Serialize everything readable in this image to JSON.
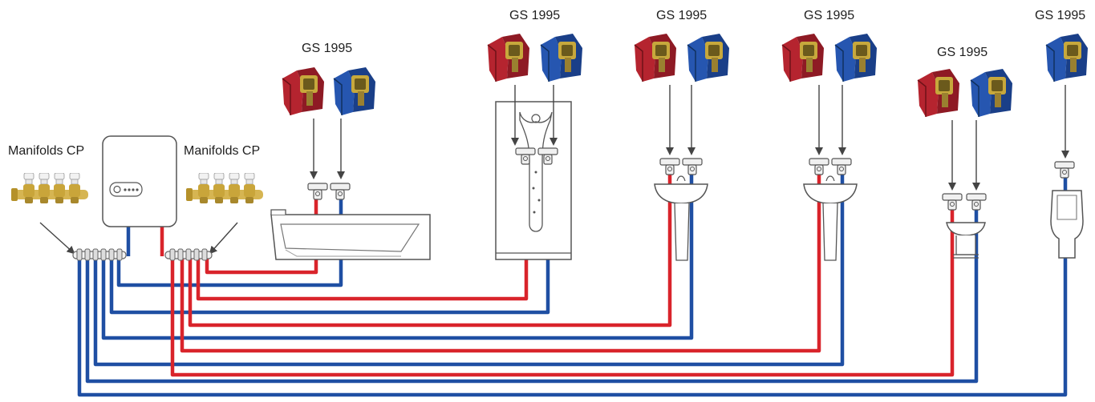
{
  "labels": {
    "manifold_left": "Manifolds CP",
    "manifold_right": "Manifolds CP",
    "valve_bath": "GS 1995",
    "valve_shower": "GS 1995",
    "valve_basin1": "GS 1995",
    "valve_basin2": "GS 1995",
    "valve_basin3": "GS 1995",
    "valve_urinal": "GS 1995"
  },
  "colors": {
    "hot": "#d9242b",
    "cold": "#1f4fa3",
    "valve_hot": "#b5242f",
    "valve_cold": "#2656b0",
    "brass": "#b8962e",
    "outline": "#555555",
    "arrow": "#444444"
  },
  "icons": [
    "manifold-icon",
    "boiler-icon",
    "valve-hot-icon",
    "valve-cold-icon",
    "bathtub-icon",
    "shower-panel-icon",
    "basin-icon",
    "urinal-icon",
    "fitting-icon"
  ]
}
